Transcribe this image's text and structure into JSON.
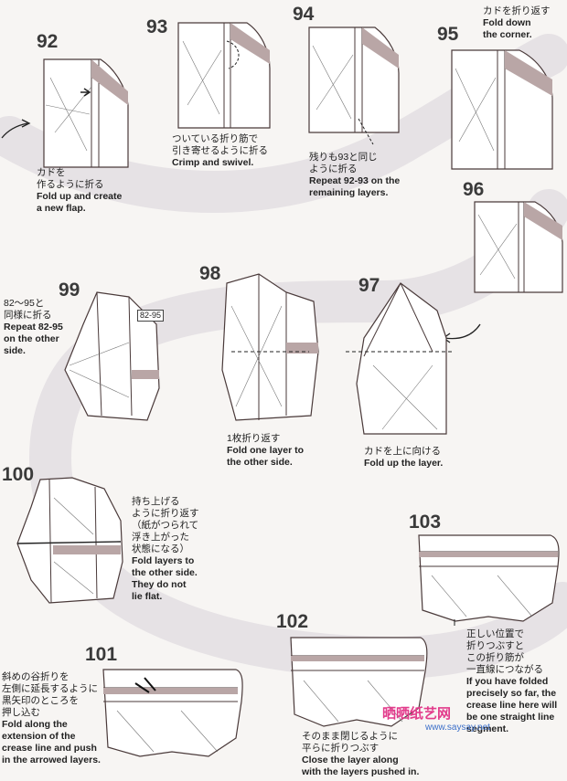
{
  "steps": [
    {
      "id": "92",
      "number": "92",
      "jp": [
        "カドを",
        "作るように折る"
      ],
      "en": [
        "Fold up and create",
        "a new flap."
      ]
    },
    {
      "id": "93",
      "number": "93",
      "jp": [
        "ついている折り筋で",
        "引き寄せるように折る"
      ],
      "en": [
        "Crimp and swivel."
      ]
    },
    {
      "id": "94",
      "number": "94",
      "jp": [
        "残りも93と同じ",
        "ように折る"
      ],
      "en": [
        "Repeat 92-93 on the",
        "remaining layers."
      ]
    },
    {
      "id": "95",
      "number": "95",
      "jp": [
        "カドを折り返す"
      ],
      "en": [
        "Fold down",
        "the corner."
      ]
    },
    {
      "id": "96",
      "number": "96",
      "jp": [],
      "en": []
    },
    {
      "id": "97",
      "number": "97",
      "jp": [
        "カドを上に向ける"
      ],
      "en": [
        "Fold up the layer."
      ]
    },
    {
      "id": "98",
      "number": "98",
      "jp": [
        "1枚折り返す"
      ],
      "en": [
        "Fold one layer to",
        "the other side."
      ]
    },
    {
      "id": "99",
      "number": "99",
      "jp": [
        "82～95と",
        "同様に折る"
      ],
      "en": [
        "Repeat 82-95",
        "on the other",
        "side."
      ],
      "ref_box": "82-95"
    },
    {
      "id": "100",
      "number": "100",
      "jp": [
        "持ち上げる",
        "ように折り返す",
        "（紙がつられて",
        "浮き上がった",
        "状態になる）"
      ],
      "en": [
        "Fold layers to",
        "the other side.",
        "They do not",
        "lie flat."
      ]
    },
    {
      "id": "101",
      "number": "101",
      "jp": [
        "斜めの谷折りを",
        "左側に延長するように",
        "黒矢印のところを",
        "押し込む"
      ],
      "en": [
        "Fold along the",
        "extension of the",
        "crease line and push",
        "in the arrowed layers."
      ]
    },
    {
      "id": "102",
      "number": "102",
      "jp": [
        "そのまま閉じるように",
        "平らに折りつぶす"
      ],
      "en": [
        "Close the layer along",
        "with the layers pushed in."
      ]
    },
    {
      "id": "103",
      "number": "103",
      "jp": [
        "正しい位置で",
        "折りつぶすと",
        "この折り筋が",
        "一直線につながる"
      ],
      "en": [
        "If you have folded",
        "precisely so far, the",
        "crease line here will",
        "be one straight line",
        "segment."
      ]
    }
  ],
  "watermark": {
    "name": "晒晒纸艺网",
    "url": "www.saysay.net"
  },
  "colors": {
    "paper_fill": "#ffffff",
    "shade": "#b9a6a6",
    "line": "#4a3a3a",
    "band": "#e7e3e6"
  }
}
